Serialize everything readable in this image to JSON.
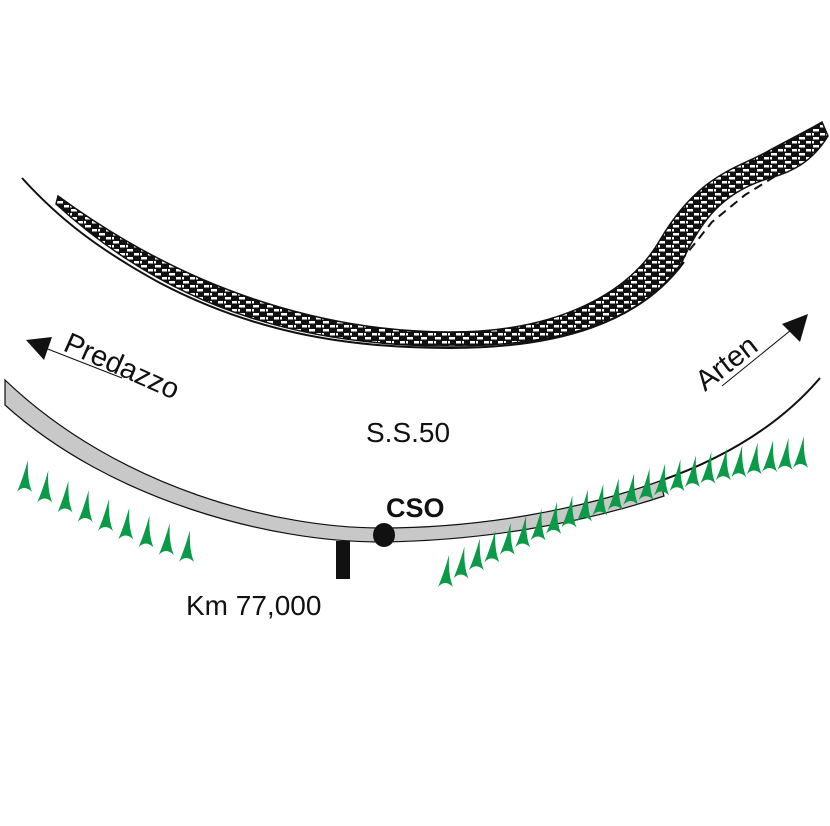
{
  "labels": {
    "road_name": "S.S.50",
    "station": "CSO",
    "kilometer": "Km 77,000",
    "direction_left": "Predazzo",
    "direction_right": "Arten"
  },
  "colors": {
    "vegetation": "#0a9a48",
    "road_fill": "#c8c8c8",
    "outline": "#111111"
  },
  "vegetation": {
    "left_count": 9,
    "right_count": 24
  }
}
